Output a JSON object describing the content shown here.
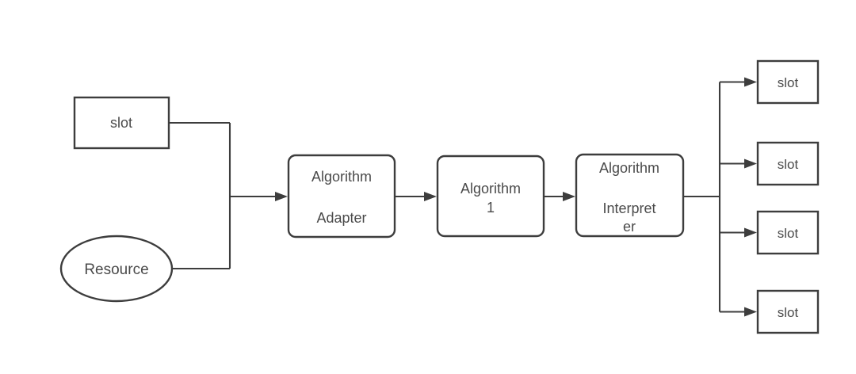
{
  "diagram": {
    "colors": {
      "background": "#ffffff",
      "line": "#3d3d3d",
      "text": "#4a4a4a"
    },
    "nodes": {
      "slot_input": {
        "label": "slot",
        "shape": "rectangle"
      },
      "resource": {
        "label": "Resource",
        "shape": "ellipse"
      },
      "algorithm_adapter": {
        "line1": "Algorithm",
        "line2": "Adapter",
        "shape": "rounded-rectangle"
      },
      "algorithm_1": {
        "line1": "Algorithm",
        "line2": "1",
        "shape": "rounded-rectangle"
      },
      "algorithm_interpreter": {
        "line1": "Algorithm",
        "line2": "Interpret",
        "line3": "er",
        "shape": "rounded-rectangle"
      },
      "slot_output_1": {
        "label": "slot",
        "shape": "rectangle"
      },
      "slot_output_2": {
        "label": "slot",
        "shape": "rectangle"
      },
      "slot_output_3": {
        "label": "slot",
        "shape": "rectangle"
      },
      "slot_output_4": {
        "label": "slot",
        "shape": "rectangle"
      }
    },
    "edges": [
      {
        "from": "slot_input",
        "to": "algorithm_adapter"
      },
      {
        "from": "resource",
        "to": "algorithm_adapter"
      },
      {
        "from": "algorithm_adapter",
        "to": "algorithm_1"
      },
      {
        "from": "algorithm_1",
        "to": "algorithm_interpreter"
      },
      {
        "from": "algorithm_interpreter",
        "to": "slot_output_1"
      },
      {
        "from": "algorithm_interpreter",
        "to": "slot_output_2"
      },
      {
        "from": "algorithm_interpreter",
        "to": "slot_output_3"
      },
      {
        "from": "algorithm_interpreter",
        "to": "slot_output_4"
      }
    ]
  }
}
